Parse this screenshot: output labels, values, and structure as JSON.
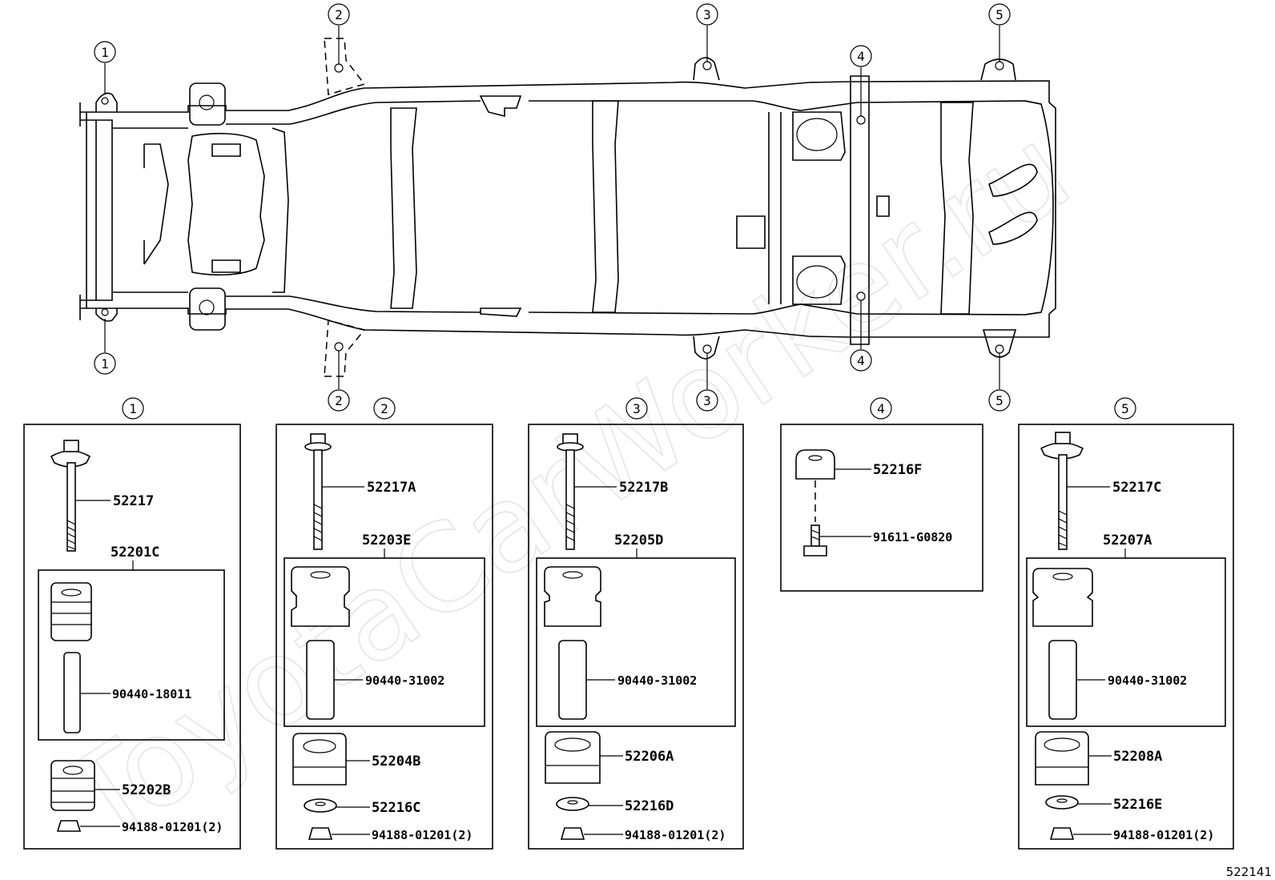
{
  "diagram": {
    "watermark": "ToyotaCarWorker.ru",
    "reference_code": "522141",
    "callouts": {
      "c1": "1",
      "c2": "2",
      "c3": "3",
      "c4": "4",
      "c5": "5"
    },
    "groups": [
      {
        "id": "1",
        "bolt": "52217",
        "cushion_set": "52201C",
        "collar": "90440-18011",
        "lower": "52202B",
        "nut": "94188-01201(2)"
      },
      {
        "id": "2",
        "bolt": "52217A",
        "cushion_set": "52203E",
        "collar": "90440-31002",
        "lower": "52204B",
        "washer": "52216C",
        "nut": "94188-01201(2)"
      },
      {
        "id": "3",
        "bolt": "52217B",
        "cushion_set": "52205D",
        "collar": "90440-31002",
        "lower": "52206A",
        "washer": "52216D",
        "nut": "94188-01201(2)"
      },
      {
        "id": "4",
        "cushion": "52216F",
        "bolt": "91611-G0820"
      },
      {
        "id": "5",
        "bolt": "52217C",
        "cushion_set": "52207A",
        "collar": "90440-31002",
        "lower": "52208A",
        "washer": "52216E",
        "nut": "94188-01201(2)"
      }
    ]
  }
}
